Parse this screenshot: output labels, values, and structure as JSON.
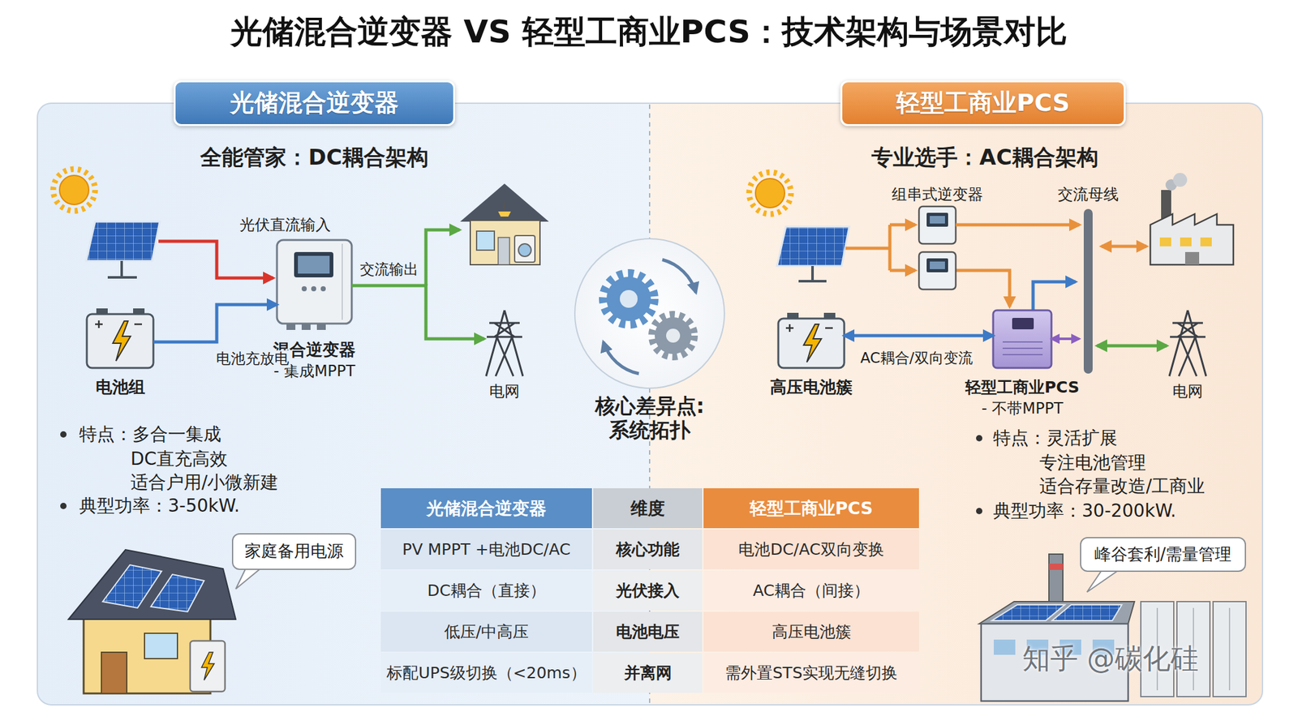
{
  "diagram": {
    "title": "光储混合逆变器 VS 轻型工商业PCS：技术架构与场景对比",
    "nodes": [
      {
        "text": [
          "全能管家：DC耦合架构"
        ]
      },
      {
        "text": [
          "光储混合逆变器"
        ],
        "in": 0
      },
      {
        "text": [
          "电池组"
        ],
        "in": 0
      },
      {
        "text": [
          "混合逆变器",
          "- 集成MPPT"
        ],
        "in": 0
      },
      {
        "text": [
          "电网"
        ],
        "in": 0
      },
      {
        "text": [
          "家庭备用电源"
        ],
        "in": 0
      },
      {
        "text": [
          "核心差异点: 系统拓扑"
        ]
      },
      {
        "text": [
          "专业选手：AC耦合架构"
        ]
      },
      {
        "text": [
          "轻型工商业PCS"
        ],
        "in": 7
      },
      {
        "text": [
          "组串式逆变器"
        ],
        "in": 7
      },
      {
        "text": [
          "交流母线"
        ],
        "in": 7
      },
      {
        "text": [
          "高压电池簇"
        ],
        "in": 7
      },
      {
        "text": [
          "轻型工商业PCS",
          "- 不带MPPT"
        ],
        "in": 7
      },
      {
        "text": [
          "电网"
        ],
        "in": 7
      },
      {
        "text": [
          "峰谷套利/需量管理"
        ],
        "in": 7
      }
    ],
    "edges": [
      {
        "from": 2,
        "to": 3,
        "label": "电池充放电",
        "arrow": "to"
      },
      {
        "from": 3,
        "to": 4,
        "label": "交流输出",
        "arrow": "to"
      },
      {
        "from": 11,
        "to": 12,
        "label": "AC耦合/双向变流",
        "arrow": "both"
      },
      {
        "from": 12,
        "to": 10,
        "arrow": "both"
      },
      {
        "from": 9,
        "to": 10,
        "arrow": "to"
      },
      {
        "from": 10,
        "to": 13,
        "arrow": "both"
      }
    ],
    "labels": [
      "光伏直流输入",
      "特点：多合一集成",
      "DC直充高效",
      "适合户用/小微新建",
      "典型功率：3-50kW.",
      "特点：灵活扩展",
      "专注电池管理",
      "适合存量改造/工商业",
      "典型功率：30-200kW.",
      "光储混合逆变器",
      "维度",
      "轻型工商业PCS",
      "PV MPPT +电池DC/AC",
      "核心功能",
      "电池DC/AC双向变换",
      "DC耦合（直接）",
      "光伏接入",
      "AC耦合（间接）",
      "低压/中高压",
      "电池电压",
      "高压电池簇",
      "标配UPS级切换（<20ms）",
      "并离网",
      "需外置STS实现无缝切换",
      "知乎 @碳化硅"
    ]
  }
}
